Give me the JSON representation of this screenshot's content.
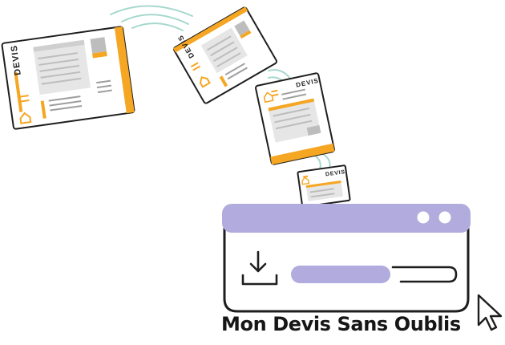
{
  "documents": [
    {
      "label": "DEVIS"
    },
    {
      "label": "DEVIS"
    },
    {
      "label": "DEVIS"
    },
    {
      "label": "DEVIS"
    }
  ],
  "app": {
    "caption": "Mon Devis Sans Oublis"
  },
  "icons": {
    "download": "download-icon",
    "cursor": "mouse-cursor-icon",
    "paperclip": "paperclip-icon",
    "home": "house-icon"
  },
  "colors": {
    "accent": "#F5A623",
    "window_bar": "#B1ACDD",
    "progress": "#B1ACDD",
    "signal": "#A7D8CD",
    "outline": "#1E1E1E"
  }
}
